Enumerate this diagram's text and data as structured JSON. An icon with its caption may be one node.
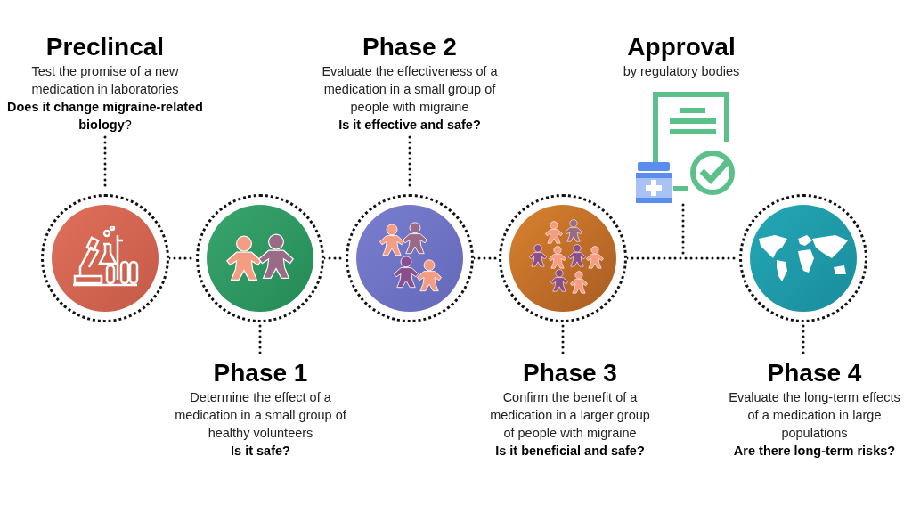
{
  "diagram": {
    "nodes": [
      {
        "text": [
          "Preclincal",
          "Test the promise of a new medication in laboratories",
          "**Does it change migraine-related biology**?"
        ]
      },
      {
        "text": [
          "Phase 2",
          "Evaluate the effectiveness of a medication in a small group of people with migraine",
          "**Is it effective and safe?**"
        ]
      },
      {
        "text": [
          "Approval",
          "by regulatory bodies"
        ]
      },
      {
        "text": [],
        "shape": "picture"
      },
      {
        "text": [],
        "shape": "circle"
      },
      {
        "text": [],
        "shape": "circle"
      },
      {
        "text": [],
        "shape": "circle"
      },
      {
        "text": [],
        "shape": "circle"
      },
      {
        "text": [],
        "shape": "circle"
      },
      {
        "text": [
          "Phase 1",
          "Determine the effect of a medication in a small group of healthy volunteers",
          "**Is it safe?**"
        ]
      },
      {
        "text": [
          "Phase 3",
          "Confirm the benefit of a medication in a larger group of people with migraine",
          "**Is it beneficial and safe?**"
        ]
      },
      {
        "text": [
          "Phase 4",
          "Evaluate the long-term effects of a medication in large populations",
          "**Are there long-term risks?**"
        ]
      }
    ],
    "edges": [
      {
        "from": 0,
        "to": 4,
        "arrow": "none"
      },
      {
        "from": 4,
        "to": 5,
        "arrow": "none"
      },
      {
        "from": 5,
        "to": 6,
        "arrow": "none"
      },
      {
        "from": 1,
        "to": 6,
        "arrow": "none"
      },
      {
        "from": 6,
        "to": 7,
        "arrow": "none"
      },
      {
        "from": 7,
        "to": 8,
        "arrow": "none"
      },
      {
        "from": 3,
        "to": null,
        "arrow": "none"
      },
      {
        "from": 5,
        "to": 9,
        "arrow": "none"
      },
      {
        "from": 7,
        "to": 10,
        "arrow": "none"
      },
      {
        "from": 8,
        "to": 11,
        "arrow": "none"
      }
    ]
  }
}
